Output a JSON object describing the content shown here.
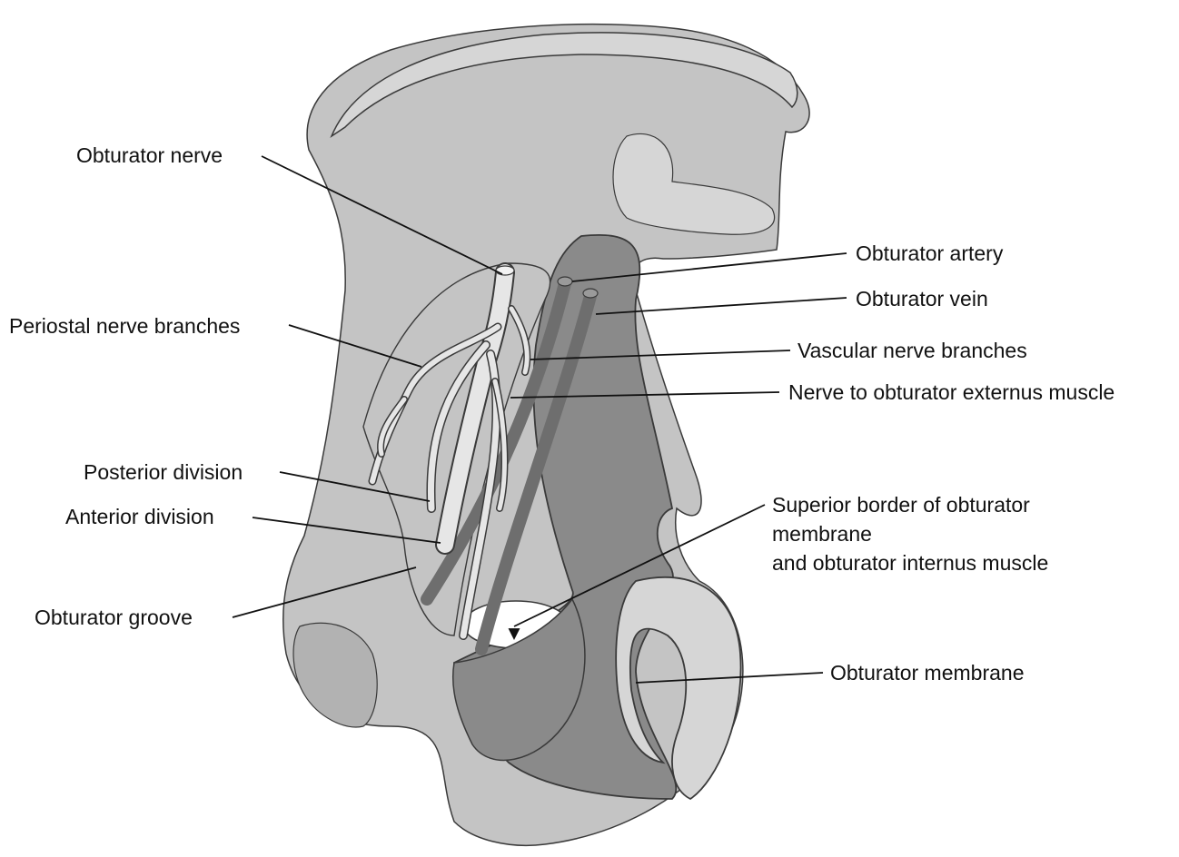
{
  "colors": {
    "bone": "#c4c4c4",
    "bone_dark": "#b2b2b2",
    "cortex": "#d6d6d6",
    "cavity": "#8a8a8a",
    "membrane_dark": "#7c7c7c",
    "nerve": "#e6e6e6",
    "vessel": "#6e6e6e",
    "outline": "#3a3a3a",
    "leader": "#111111"
  },
  "labels": {
    "obturator_nerve": "Obturator nerve",
    "periostal_nerve_branches": "Periostal nerve branches",
    "posterior_division": "Posterior division",
    "anterior_division": "Anterior division",
    "obturator_groove": "Obturator groove",
    "obturator_artery": "Obturator artery",
    "obturator_vein": "Obturator vein",
    "vascular_nerve_branches": "Vascular nerve branches",
    "nerve_to_obturator_externus": "Nerve to obturator externus muscle",
    "superior_border_line1": "Superior border of obturator",
    "superior_border_line2": "membrane",
    "superior_border_line3": "and obturator internus muscle",
    "obturator_membrane": "Obturator membrane"
  }
}
